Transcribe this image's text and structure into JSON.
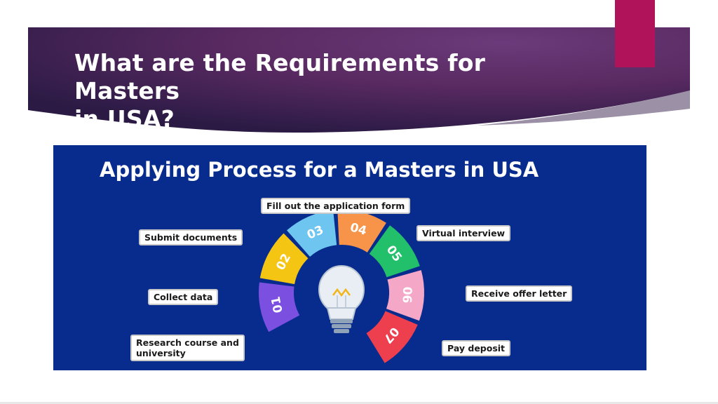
{
  "slide": {
    "title": "What are the Requirements for Masters\nin USA?"
  },
  "colors": {
    "band_dark": "#2b1a44",
    "band_mid": "#5a2a64",
    "band_accent": "#7a3470",
    "accent_tab": "#b1135a",
    "infographic_bg": "#082c8e"
  },
  "infographic": {
    "heading": "Applying Process for a Masters in USA",
    "center_icon": "lightbulb-icon",
    "steps": [
      {
        "number": "01",
        "label": "Research course and\nuniversity",
        "color": "#7b4fe0"
      },
      {
        "number": "02",
        "label": "Collect data",
        "color": "#f5c514"
      },
      {
        "number": "03",
        "label": "Submit documents",
        "color": "#6ec6f0"
      },
      {
        "number": "04",
        "label": "Fill out the application form",
        "color": "#f7944a"
      },
      {
        "number": "05",
        "label": "Virtual interview",
        "color": "#22c06a"
      },
      {
        "number": "06",
        "label": "Receive offer letter",
        "color": "#f4a7c6"
      },
      {
        "number": "07",
        "label": "Pay deposit",
        "color": "#ee3f4f"
      }
    ]
  }
}
